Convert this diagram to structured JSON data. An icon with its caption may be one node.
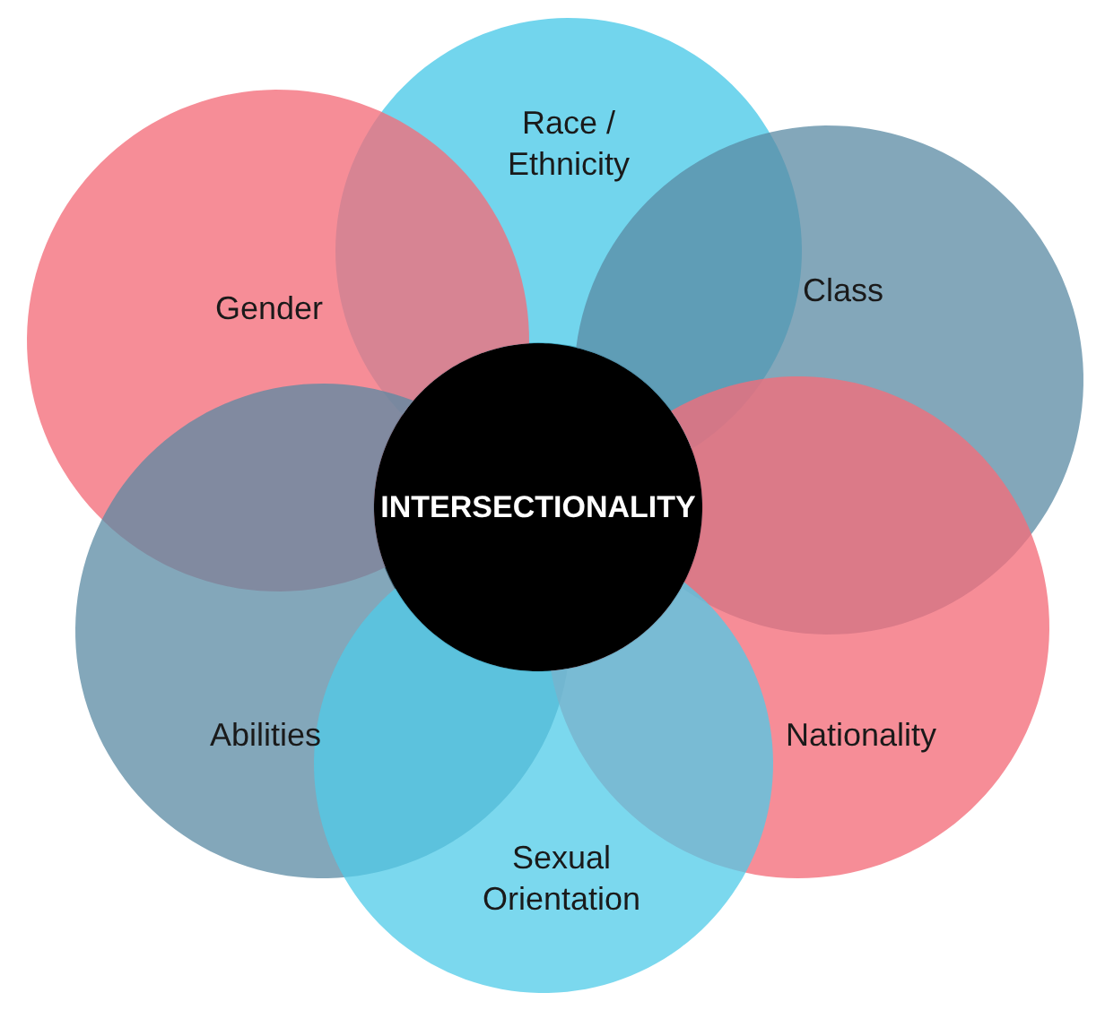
{
  "diagram": {
    "nodes": [
      {
        "text": [
          "Race / Ethnicity"
        ]
      },
      {
        "text": [
          "Gender"
        ]
      },
      {
        "text": [
          "Class"
        ]
      },
      {
        "text": [
          "INTERSECTIONALITY"
        ]
      },
      {
        "text": [
          "Abilities"
        ]
      },
      {
        "text": [
          "Nationality"
        ]
      },
      {
        "text": [
          "Sexual Orientation"
        ]
      }
    ]
  }
}
